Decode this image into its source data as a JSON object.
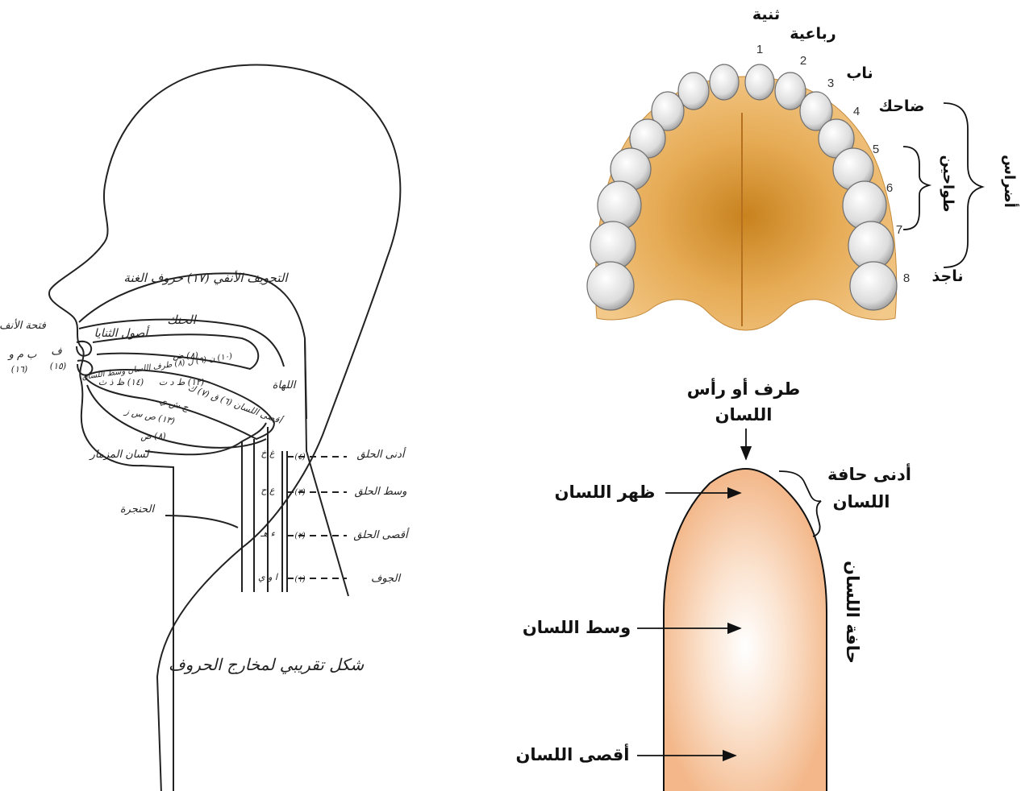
{
  "head_diagram": {
    "caption": "شكل تقريبي لمخارج الحروف",
    "labels": {
      "nasal_cavity": "التجويف الأنفي (١٧) حروف الغنة",
      "palate": "الحنك",
      "teeth_roots": "أصول الثنايا",
      "nose_opening": "فتحة الأنف",
      "lips_letters": "ب م و",
      "lips_num": "(١٦)",
      "fa_letter": "ف",
      "fa_num": "(١٥)",
      "uvula": "اللهاة",
      "dad": "(٨) ض",
      "lam_nun": "(١٠) ن (٩) ل (٨) طرف اللسان وسط اللسان",
      "ta_da": "(١٢) ط د ت",
      "dha": "(١٤) ظ ذ ث",
      "qaf_kaf": "أقصى اللسان (٦) ق (٧) ك",
      "jeem": "ج ش ي",
      "sad": "(١٣) ص س ز",
      "dad_side": "(٨) ض",
      "epiglottis": "لسان المزمار",
      "larynx": "الحنجرة",
      "throat_near": "أدنى الحلق",
      "throat_mid": "وسط الحلق",
      "throat_far": "أقصى الحلق",
      "jawf": "الجوف",
      "n4": "(٤)",
      "n3": "(٣)",
      "n2": "(٢)",
      "n1": "(١)",
      "l4": "غ خ",
      "l3": "ع ح",
      "l2": "ء هـ",
      "l1": "ا و ي"
    }
  },
  "teeth_diagram": {
    "labels": {
      "thaniya": "ثنية",
      "rubaiya": "رباعية",
      "nab": "ناب",
      "dahik": "ضاحك",
      "tawahin": "طواحين",
      "adras": "أضراس",
      "najidh": "ناجذ"
    },
    "numbers": [
      "1",
      "2",
      "3",
      "4",
      "5",
      "6",
      "7",
      "8"
    ]
  },
  "tongue_diagram": {
    "labels": {
      "tip_line1": "طرف أو رأس",
      "tip_line2": "اللسان",
      "back_surface": "ظهر اللسان",
      "edge_near_line1": "أدنى حافة",
      "edge_near_line2": "اللسان",
      "edge": "حافة اللسان",
      "middle": "وسط اللسان",
      "far": "أقصى اللسان"
    }
  }
}
